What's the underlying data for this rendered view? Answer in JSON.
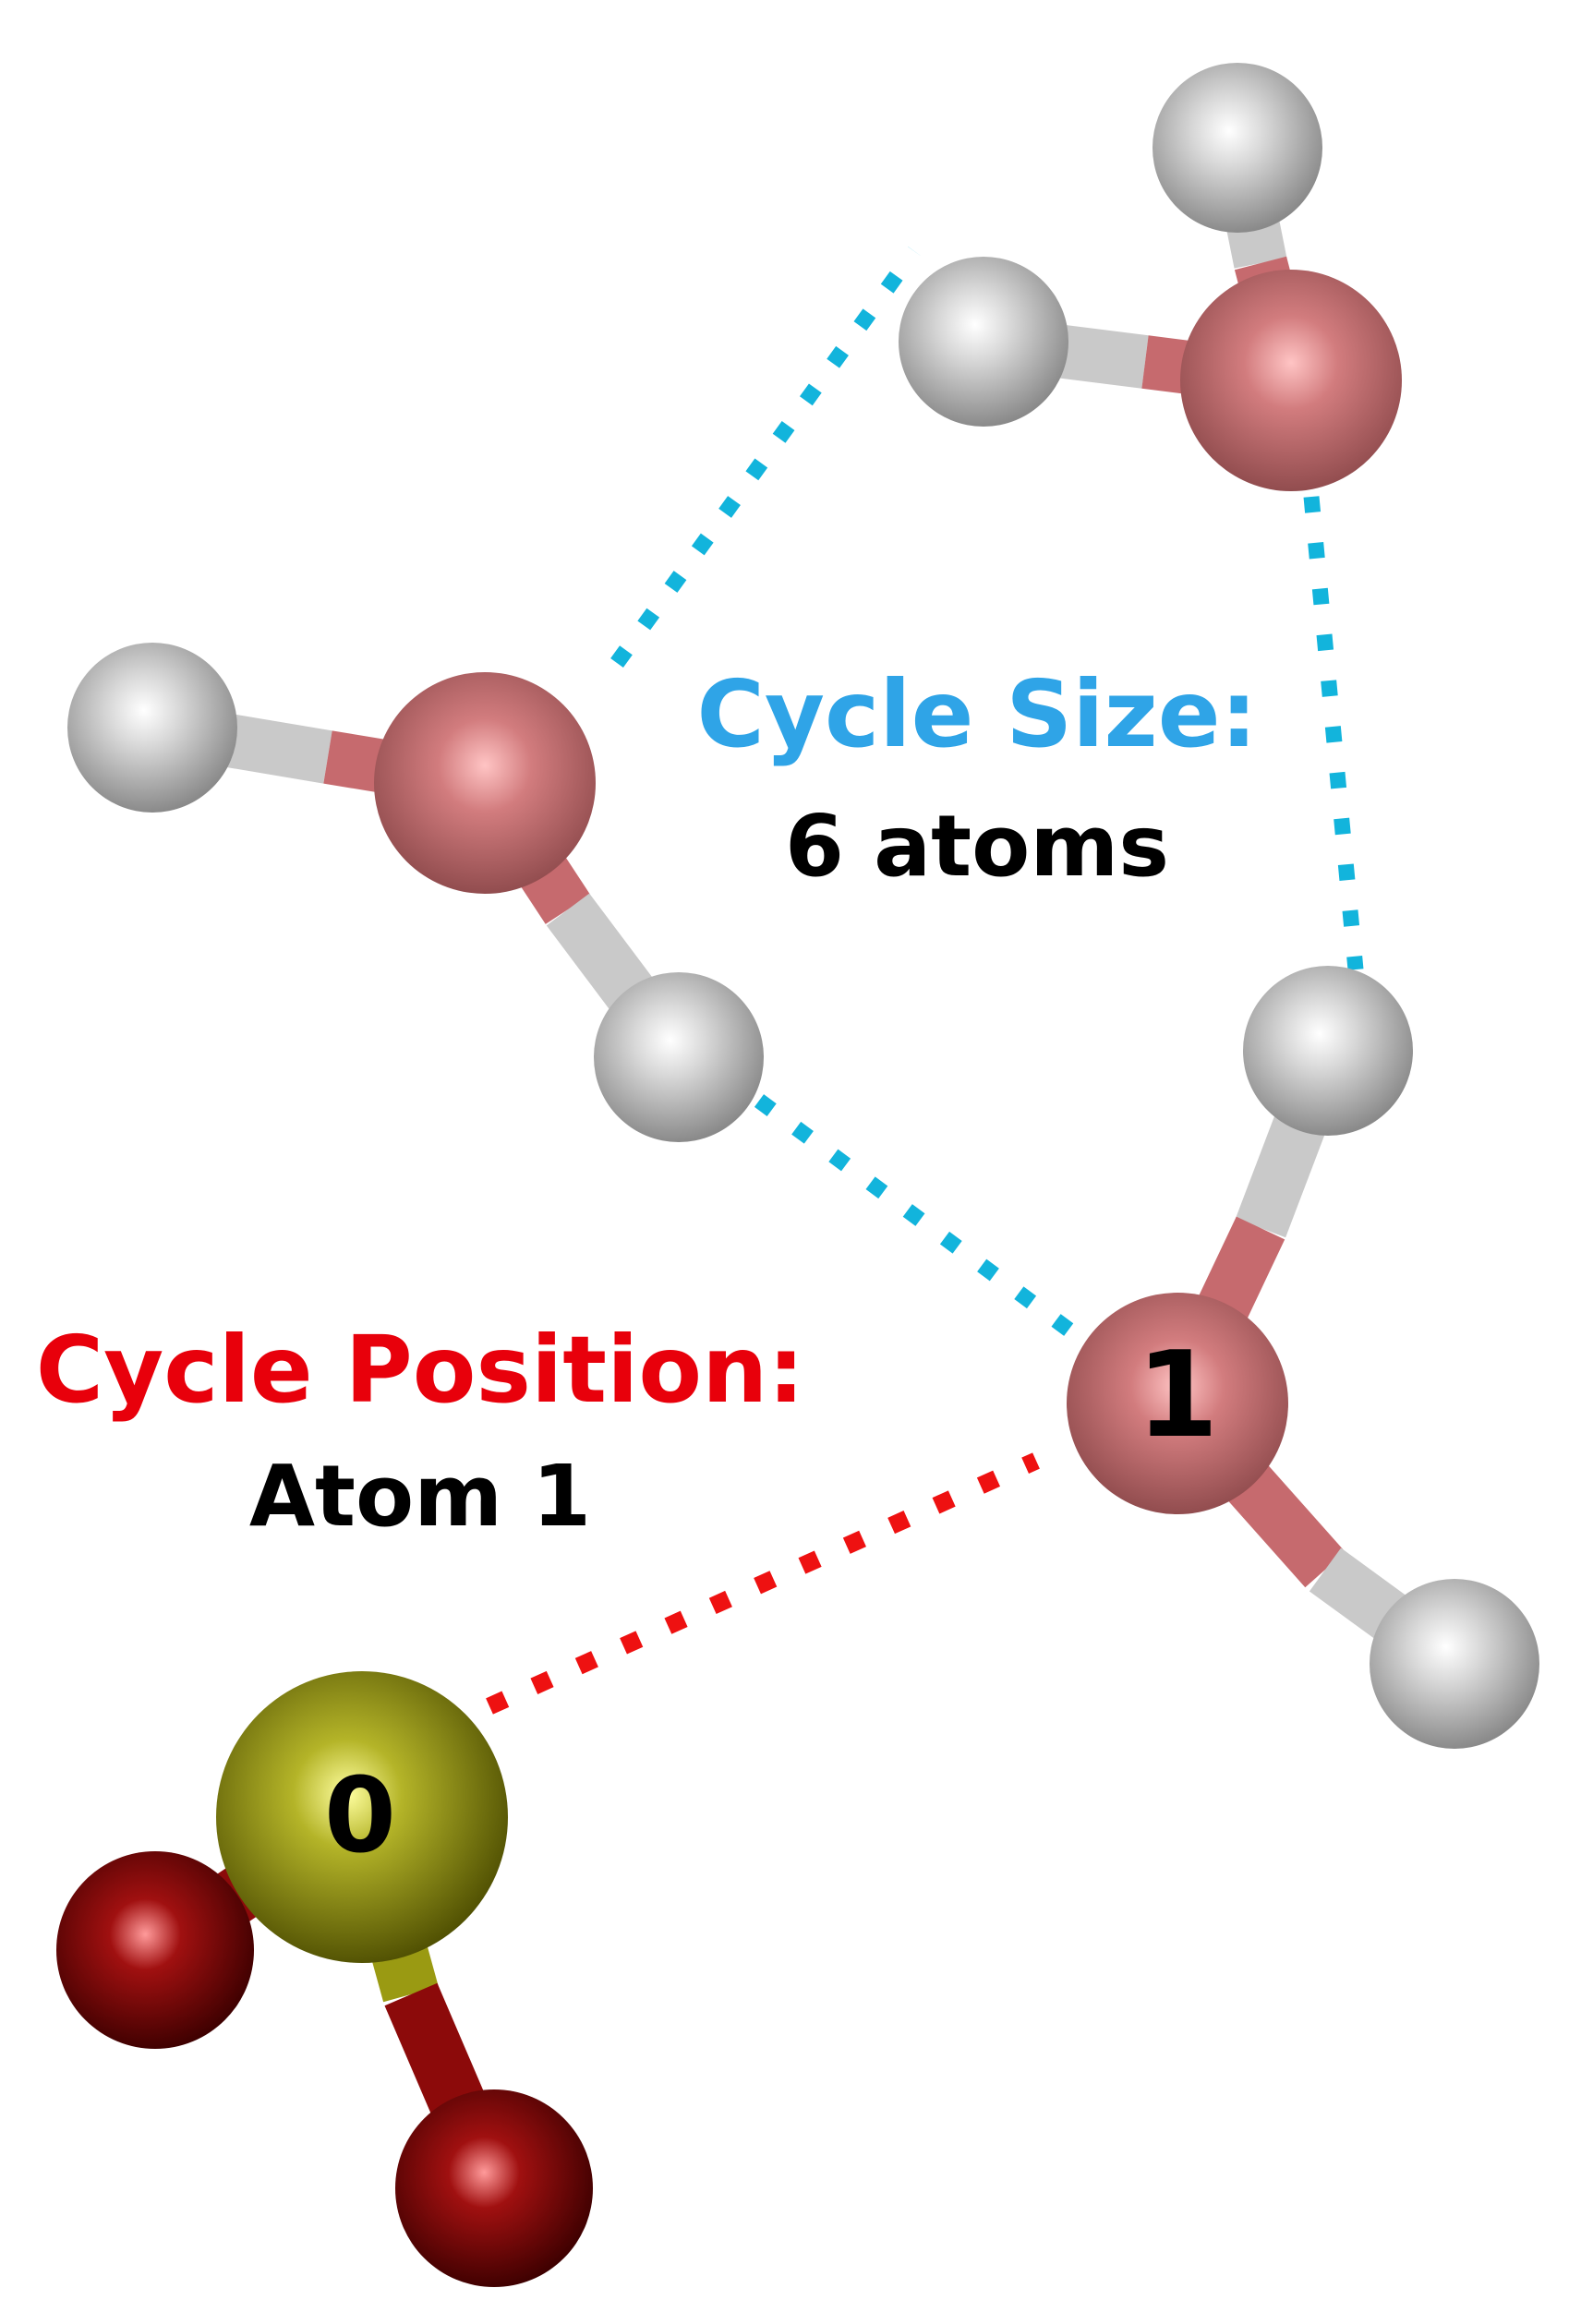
{
  "cycle_size": {
    "label": "Cycle Size:",
    "value": "6 atoms",
    "color": "#2fa4e7"
  },
  "cycle_position": {
    "label": "Cycle Position:",
    "value": "Atom 1",
    "color": "#e8000b"
  },
  "atoms": {
    "center_label": "0",
    "first_label": "1"
  },
  "colors": {
    "hydrogen": "#c9c9c9",
    "water_oxygen": "#c66a6e",
    "sulfur": "#9a9a12",
    "anion_oxygen": "#8c0a0a",
    "hbond_ring": "#12b4dc",
    "hbond_anion": "#ee1111"
  }
}
